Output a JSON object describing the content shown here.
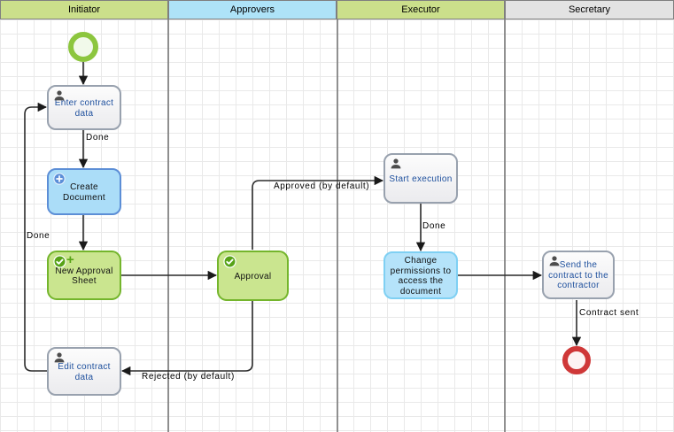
{
  "lanes": [
    {
      "label": "Initiator",
      "color": "#cbdf8b"
    },
    {
      "label": "Approvers",
      "color": "#aee3f8"
    },
    {
      "label": "Executor",
      "color": "#cbdf8b"
    },
    {
      "label": "Secretary",
      "color": "#e3e3e3"
    }
  ],
  "nodes": {
    "start_event": {
      "type": "start-event",
      "color": "#8cc63e"
    },
    "enter_contract_data": {
      "label": "Enter contract data",
      "icon": "person-icon",
      "style": "gray"
    },
    "create_document": {
      "label": "Create Document",
      "icon": "plus-circle-icon",
      "style": "blue"
    },
    "new_approval_sheet": {
      "label": "New Approval Sheet",
      "icon": "check-circle-plus-icon",
      "style": "green"
    },
    "approval": {
      "label": "Approval",
      "icon": "check-circle-icon",
      "style": "green"
    },
    "start_execution": {
      "label": "Start execution",
      "icon": "person-icon",
      "style": "gray"
    },
    "change_permissions": {
      "label": "Change permissions to access the document",
      "icon": "none",
      "style": "light-blue"
    },
    "send_contract": {
      "label": "Send the contract to the contractor",
      "icon": "person-icon",
      "style": "gray"
    },
    "edit_contract_data": {
      "label": "Edit contract data",
      "icon": "person-icon",
      "style": "gray"
    },
    "end_event": {
      "type": "end-event",
      "color": "#cf3838"
    }
  },
  "edges": [
    {
      "from": "start_event",
      "to": "enter_contract_data",
      "label": ""
    },
    {
      "from": "enter_contract_data",
      "to": "create_document",
      "label": "Done"
    },
    {
      "from": "create_document",
      "to": "new_approval_sheet",
      "label": ""
    },
    {
      "from": "new_approval_sheet",
      "to": "approval",
      "label": ""
    },
    {
      "from": "approval",
      "to": "start_execution",
      "label": "Approved (by default)"
    },
    {
      "from": "start_execution",
      "to": "change_permissions",
      "label": "Done"
    },
    {
      "from": "change_permissions",
      "to": "send_contract",
      "label": ""
    },
    {
      "from": "send_contract",
      "to": "end_event",
      "label": "Contract sent"
    },
    {
      "from": "approval",
      "to": "edit_contract_data",
      "label": "Rejected (by default)"
    },
    {
      "from": "edit_contract_data",
      "to": "enter_contract_data",
      "label": "Done"
    }
  ],
  "colors": {
    "lane_border": "#7f7f7f",
    "gray_node_border": "#98a1ae",
    "gray_node_text": "#1d4f9d",
    "blue_node_border": "#5c8ed6",
    "blue_node_fill": "#abddf8",
    "lightblue_node_border": "#7fd0f3",
    "lightblue_node_fill": "#b5e3fa",
    "green_node_border": "#74b52c",
    "green_node_fill": "#cae58f",
    "person_icon": "#4d4d4d",
    "check_icon": "#57a317",
    "plus_icon": "#5b8ed8",
    "edge_line": "#2b2b2b"
  }
}
